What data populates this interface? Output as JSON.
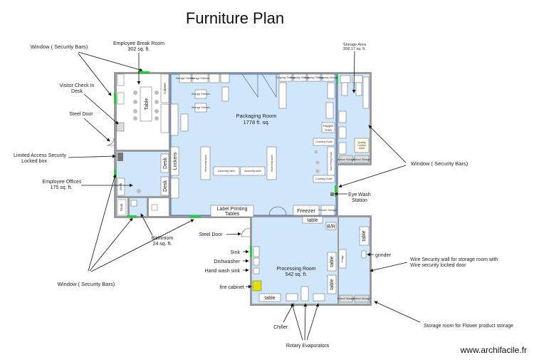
{
  "title": "Furniture Plan",
  "watermark": "www.archifacile.fr",
  "callouts": {
    "window_top_left": "Window  ( Security Bars)",
    "break_room": [
      "Employee Break Room",
      "302 sq. ft."
    ],
    "storage_area": [
      "Storage Area",
      "208.17 sq. ft."
    ],
    "visitor_desk": [
      "Visitor Check In",
      "Desk"
    ],
    "steel_door_left": "Steel Door",
    "limited_access": [
      "Limited Access Security",
      "Locked box"
    ],
    "employee_offices": [
      "Employee Offices",
      "175 sq. ft."
    ],
    "window_right": "Window  ( Security Bars)",
    "eye_wash": [
      "Eye Wash",
      "Station"
    ],
    "bathroom": [
      "Bathroom",
      "24 sq. ft."
    ],
    "steel_door_mid": "Steel Door",
    "sink": "Sink",
    "dishwasher": "Dishwasher",
    "hand_wash_sink": "Hand wash sink",
    "fire_cabinet": "fire cabinet",
    "grinder": "grinder",
    "wire_wall": [
      "Wire Security wall for storage room with",
      "Wire security locked door"
    ],
    "window_bottom_left": "Window  ( Security Bars)",
    "chiller": "Chiller",
    "storage_flower": "Storage room for Flower product storage",
    "rotary": "Rotary Evaporators"
  },
  "rooms": {
    "packaging": [
      "Packaging Room",
      "1778 ft. sq."
    ],
    "processing": [
      "Processing Room",
      "542 sq. ft."
    ]
  },
  "furniture": {
    "table": "Table",
    "cabinet": "Cabinet",
    "desk": "Desk",
    "lockers": "Lockers",
    "label_printing": [
      "Label Printing",
      "Tables"
    ],
    "freezer": "Freezer",
    "hopper": [
      "Hopper",
      "Area"
    ],
    "table_small": "table",
    "br": "B/R",
    "fridge": "Fridge",
    "quality_control": [
      "Quality",
      "Control",
      "Area"
    ],
    "storage_shelves": "Storage Shelves",
    "outgoing_storage": "Outgoing Storage",
    "assembly_table": "Assembly table",
    "counting_scale": "Counting Scale",
    "storage": "Storage",
    "bottom_storage": "Bottom Storage",
    "freezer_storage": "Freezer Storage",
    "can_filling": "Can Filling Scale",
    "bottles": "Bottles"
  },
  "colors": {
    "room_fill": "#cfe6fb",
    "wall": "#9a9a9a",
    "window": "#1fcf3a",
    "fire_cabinet": "#e6e000"
  }
}
